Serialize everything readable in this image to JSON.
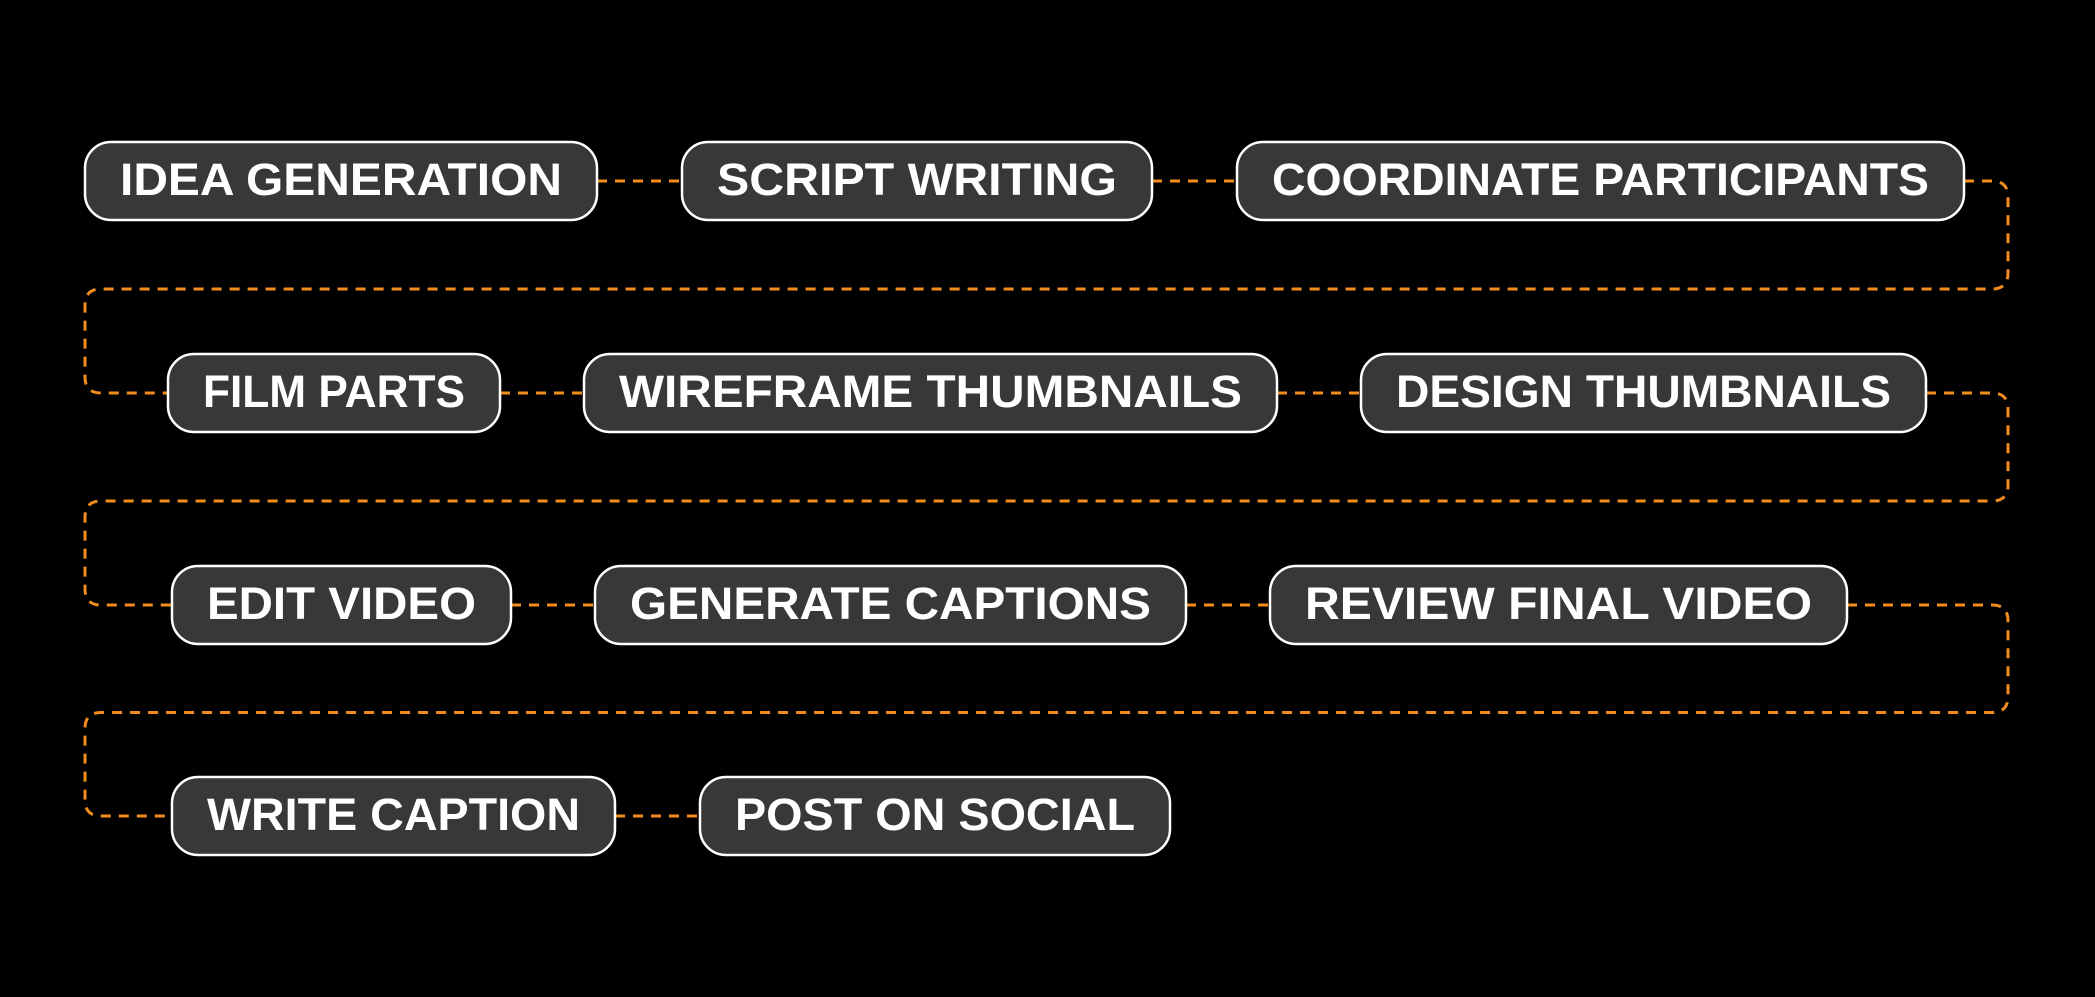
{
  "colors": {
    "background": "#000000",
    "pill_fill": "#383838",
    "pill_stroke": "#ffffff",
    "text": "#ffffff",
    "connector": "#f28c1c"
  },
  "steps": [
    {
      "id": "idea-generation",
      "label": "IDEA GENERATION"
    },
    {
      "id": "script-writing",
      "label": "SCRIPT WRITING"
    },
    {
      "id": "coordinate-participants",
      "label": "COORDINATE PARTICIPANTS"
    },
    {
      "id": "film-parts",
      "label": "FILM PARTS"
    },
    {
      "id": "wireframe-thumbnails",
      "label": "WIREFRAME THUMBNAILS"
    },
    {
      "id": "design-thumbnails",
      "label": "DESIGN THUMBNAILS"
    },
    {
      "id": "edit-video",
      "label": "EDIT VIDEO"
    },
    {
      "id": "generate-captions",
      "label": "GENERATE CAPTIONS"
    },
    {
      "id": "review-final-video",
      "label": "REVIEW FINAL VIDEO"
    },
    {
      "id": "write-caption",
      "label": "WRITE CAPTION"
    },
    {
      "id": "post-on-social",
      "label": "POST ON SOCIAL"
    }
  ]
}
